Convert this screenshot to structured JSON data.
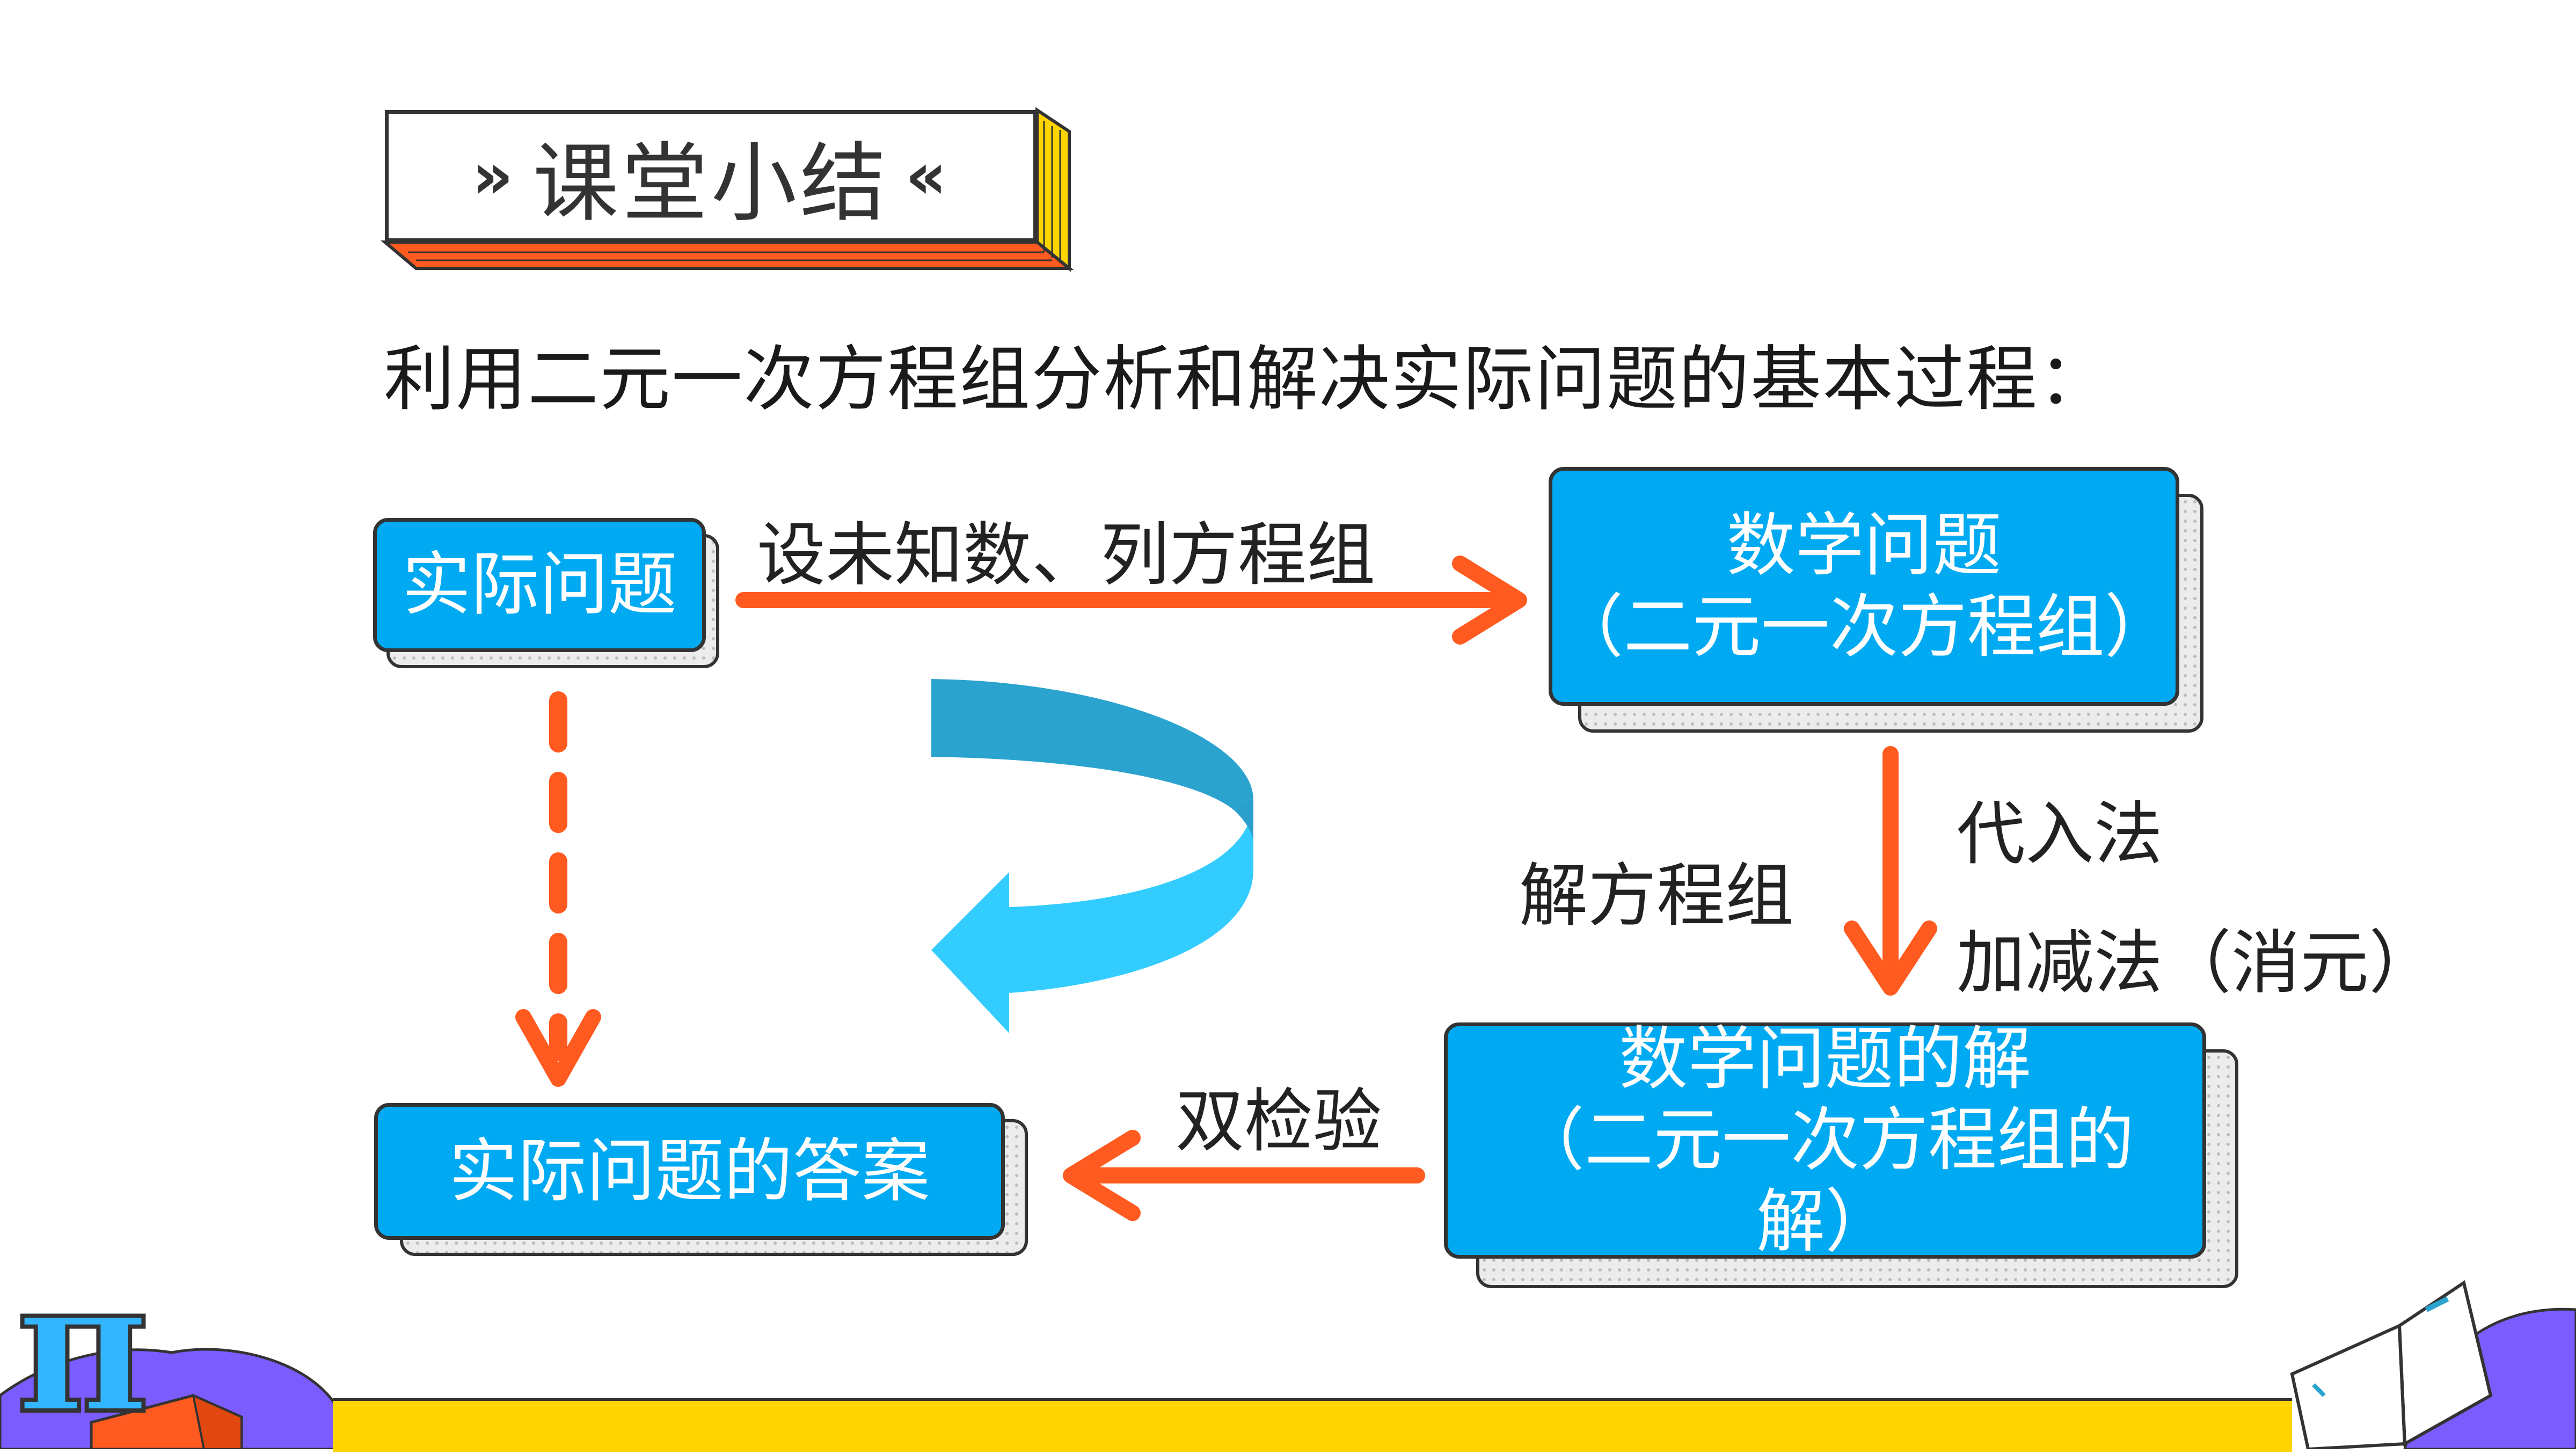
{
  "title": "课堂小结",
  "title_chev_left": "»",
  "title_chev_right": "«",
  "subtitle": "利用二元一次方程组分析和解决实际问题的基本过程：",
  "nodes": {
    "actual_problem": "实际问题",
    "math_problem_line1": "数学问题",
    "math_problem_line2": "（二元一次方程组）",
    "math_solution_line1": "数学问题的解",
    "math_solution_line2": "（二元一次方程组的",
    "math_solution_line3": "解）",
    "answer": "实际问题的答案"
  },
  "edges": {
    "top": "设未知数、列方程组",
    "solve": "解方程组",
    "method1": "代入法",
    "method2": "加减法（消元）",
    "check": "双检验"
  },
  "decor": {
    "pi": "π"
  },
  "colors": {
    "box": "#00aaf2",
    "arrow": "#ff5a1f",
    "curve": "#2aa3cf",
    "strip": "#ffd400"
  }
}
